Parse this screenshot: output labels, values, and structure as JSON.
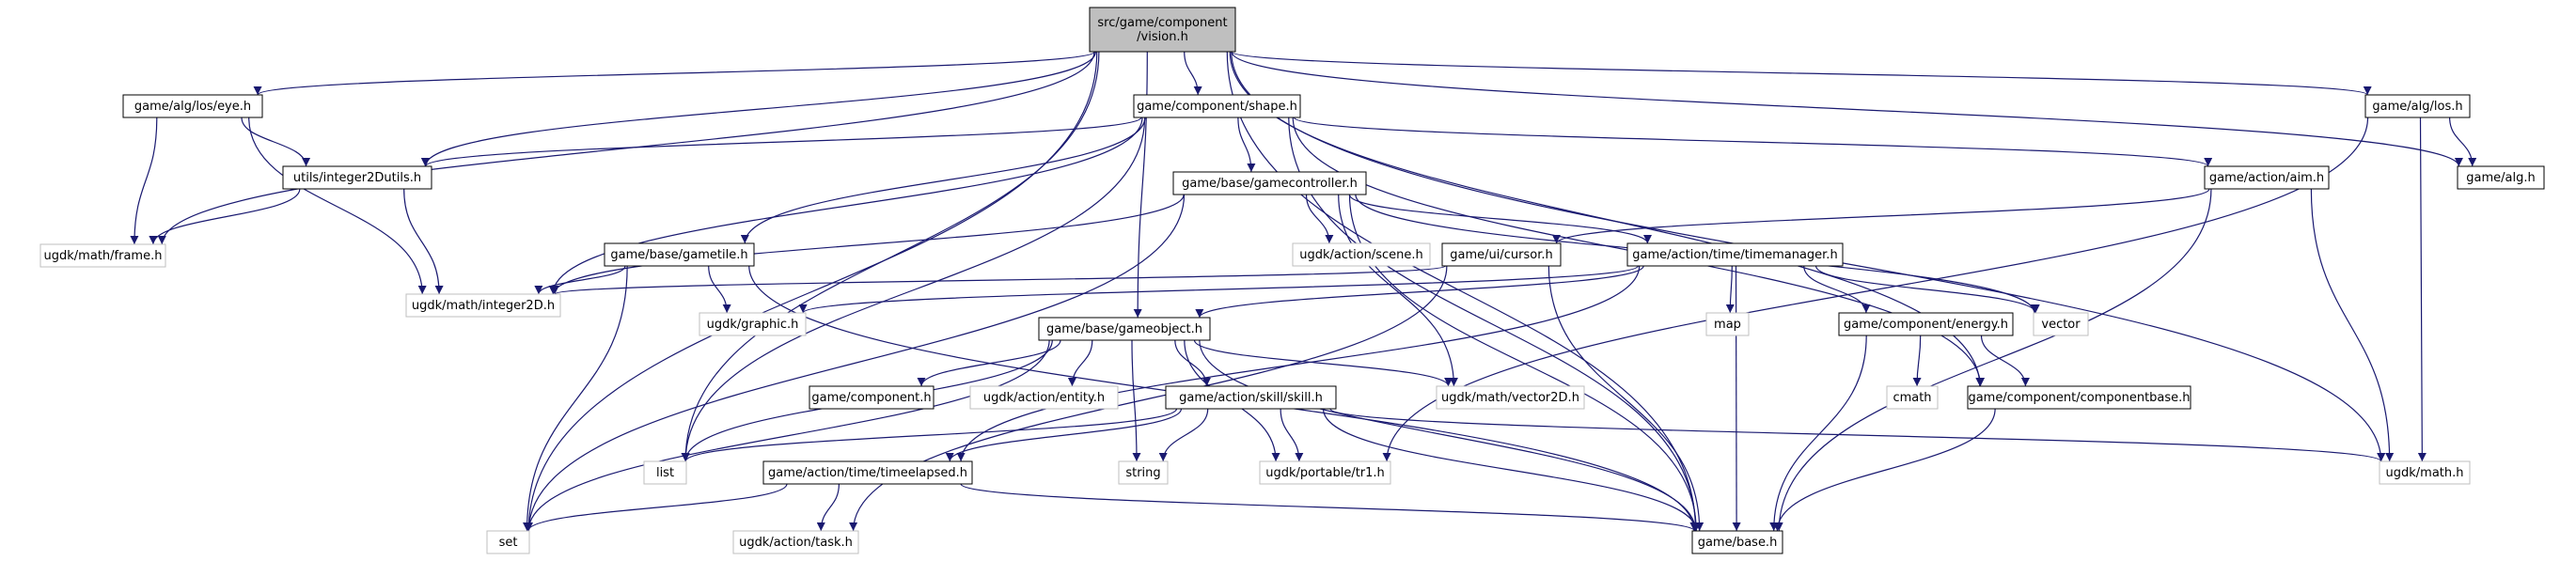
{
  "graph": {
    "colors": {
      "edge": "#191970",
      "node_border": "#000000",
      "external_border": "#bfbfbf",
      "root_fill": "#bfbfbf",
      "node_fill": "#ffffff",
      "text": "#000000",
      "external_text": "#000000"
    },
    "nodes": [
      {
        "id": "vision",
        "lines": [
          "src/game/component",
          "/vision.h"
        ],
        "kind": "root"
      },
      {
        "id": "eye",
        "lines": [
          "game/alg/los/eye.h"
        ],
        "kind": "file"
      },
      {
        "id": "shape",
        "lines": [
          "game/component/shape.h"
        ],
        "kind": "file"
      },
      {
        "id": "los",
        "lines": [
          "game/alg/los.h"
        ],
        "kind": "file"
      },
      {
        "id": "int2dutils",
        "lines": [
          "utils/integer2Dutils.h"
        ],
        "kind": "file"
      },
      {
        "id": "gamecontroller",
        "lines": [
          "game/base/gamecontroller.h"
        ],
        "kind": "file"
      },
      {
        "id": "aim",
        "lines": [
          "game/action/aim.h"
        ],
        "kind": "file"
      },
      {
        "id": "alg",
        "lines": [
          "game/alg.h"
        ],
        "kind": "file"
      },
      {
        "id": "frame",
        "lines": [
          "ugdk/math/frame.h"
        ],
        "kind": "external"
      },
      {
        "id": "gametile",
        "lines": [
          "game/base/gametile.h"
        ],
        "kind": "file"
      },
      {
        "id": "scene",
        "lines": [
          "ugdk/action/scene.h"
        ],
        "kind": "external"
      },
      {
        "id": "cursor",
        "lines": [
          "game/ui/cursor.h"
        ],
        "kind": "file"
      },
      {
        "id": "timemanager",
        "lines": [
          "game/action/time/timemanager.h"
        ],
        "kind": "file"
      },
      {
        "id": "integer2d",
        "lines": [
          "ugdk/math/integer2D.h"
        ],
        "kind": "external"
      },
      {
        "id": "graphic",
        "lines": [
          "ugdk/graphic.h"
        ],
        "kind": "external"
      },
      {
        "id": "map",
        "lines": [
          "map"
        ],
        "kind": "external"
      },
      {
        "id": "energy",
        "lines": [
          "game/component/energy.h"
        ],
        "kind": "file"
      },
      {
        "id": "vector",
        "lines": [
          "vector"
        ],
        "kind": "external"
      },
      {
        "id": "gameobject",
        "lines": [
          "game/base/gameobject.h"
        ],
        "kind": "file"
      },
      {
        "id": "cmath",
        "lines": [
          "cmath"
        ],
        "kind": "external"
      },
      {
        "id": "componentbase",
        "lines": [
          "game/component/componentbase.h"
        ],
        "kind": "file"
      },
      {
        "id": "component",
        "lines": [
          "game/component.h"
        ],
        "kind": "file"
      },
      {
        "id": "entity",
        "lines": [
          "ugdk/action/entity.h"
        ],
        "kind": "external"
      },
      {
        "id": "skill",
        "lines": [
          "game/action/skill/skill.h"
        ],
        "kind": "file"
      },
      {
        "id": "vector2d",
        "lines": [
          "ugdk/math/vector2D.h"
        ],
        "kind": "external"
      },
      {
        "id": "list",
        "lines": [
          "list"
        ],
        "kind": "external"
      },
      {
        "id": "string",
        "lines": [
          "string"
        ],
        "kind": "external"
      },
      {
        "id": "tr1",
        "lines": [
          "ugdk/portable/tr1.h"
        ],
        "kind": "external"
      },
      {
        "id": "ugdkmath",
        "lines": [
          "ugdk/math.h"
        ],
        "kind": "external"
      },
      {
        "id": "timeelapsed",
        "lines": [
          "game/action/time/timeelapsed.h"
        ],
        "kind": "file"
      },
      {
        "id": "set",
        "lines": [
          "set"
        ],
        "kind": "external"
      },
      {
        "id": "task",
        "lines": [
          "ugdk/action/task.h"
        ],
        "kind": "external"
      },
      {
        "id": "base",
        "lines": [
          "game/base.h"
        ],
        "kind": "file"
      }
    ],
    "edges": [
      [
        "vision",
        "eye"
      ],
      [
        "vision",
        "shape"
      ],
      [
        "vision",
        "los"
      ],
      [
        "vision",
        "int2dutils"
      ],
      [
        "vision",
        "frame"
      ],
      [
        "vision",
        "alg"
      ],
      [
        "vision",
        "list"
      ],
      [
        "vision",
        "set"
      ],
      [
        "vision",
        "gameobject"
      ],
      [
        "vision",
        "componentbase"
      ],
      [
        "vision",
        "ugdkmath"
      ],
      [
        "vision",
        "base"
      ],
      [
        "eye",
        "int2dutils"
      ],
      [
        "eye",
        "frame"
      ],
      [
        "eye",
        "integer2d"
      ],
      [
        "shape",
        "int2dutils"
      ],
      [
        "shape",
        "gamecontroller"
      ],
      [
        "shape",
        "aim"
      ],
      [
        "shape",
        "gametile"
      ],
      [
        "shape",
        "integer2d"
      ],
      [
        "shape",
        "list"
      ],
      [
        "shape",
        "componentbase"
      ],
      [
        "shape",
        "base"
      ],
      [
        "los",
        "alg"
      ],
      [
        "los",
        "ugdkmath"
      ],
      [
        "los",
        "tr1"
      ],
      [
        "int2dutils",
        "frame"
      ],
      [
        "int2dutils",
        "integer2d"
      ],
      [
        "gamecontroller",
        "scene"
      ],
      [
        "gamecontroller",
        "timemanager"
      ],
      [
        "gamecontroller",
        "integer2d"
      ],
      [
        "gamecontroller",
        "set"
      ],
      [
        "gamecontroller",
        "vector"
      ],
      [
        "gamecontroller",
        "vector2d"
      ],
      [
        "gamecontroller",
        "base"
      ],
      [
        "aim",
        "cursor"
      ],
      [
        "aim",
        "ugdkmath"
      ],
      [
        "aim",
        "base"
      ],
      [
        "gametile",
        "integer2d"
      ],
      [
        "gametile",
        "graphic"
      ],
      [
        "gametile",
        "set"
      ],
      [
        "gametile",
        "base"
      ],
      [
        "cursor",
        "integer2d"
      ],
      [
        "cursor",
        "task"
      ],
      [
        "cursor",
        "base"
      ],
      [
        "timemanager",
        "map"
      ],
      [
        "timemanager",
        "vector"
      ],
      [
        "timemanager",
        "energy"
      ],
      [
        "timemanager",
        "gameobject"
      ],
      [
        "timemanager",
        "timeelapsed"
      ],
      [
        "timemanager",
        "graphic"
      ],
      [
        "timemanager",
        "base"
      ],
      [
        "energy",
        "cmath"
      ],
      [
        "energy",
        "componentbase"
      ],
      [
        "energy",
        "base"
      ],
      [
        "componentbase",
        "base"
      ],
      [
        "gameobject",
        "component"
      ],
      [
        "gameobject",
        "entity"
      ],
      [
        "gameobject",
        "skill"
      ],
      [
        "gameobject",
        "vector2d"
      ],
      [
        "gameobject",
        "list"
      ],
      [
        "gameobject",
        "string"
      ],
      [
        "gameobject",
        "tr1"
      ],
      [
        "gameobject",
        "set"
      ],
      [
        "gameobject",
        "base"
      ],
      [
        "skill",
        "list"
      ],
      [
        "skill",
        "string"
      ],
      [
        "skill",
        "tr1"
      ],
      [
        "skill",
        "ugdkmath"
      ],
      [
        "skill",
        "timeelapsed"
      ],
      [
        "skill",
        "base"
      ],
      [
        "timeelapsed",
        "set"
      ],
      [
        "timeelapsed",
        "task"
      ],
      [
        "timeelapsed",
        "base"
      ]
    ]
  }
}
